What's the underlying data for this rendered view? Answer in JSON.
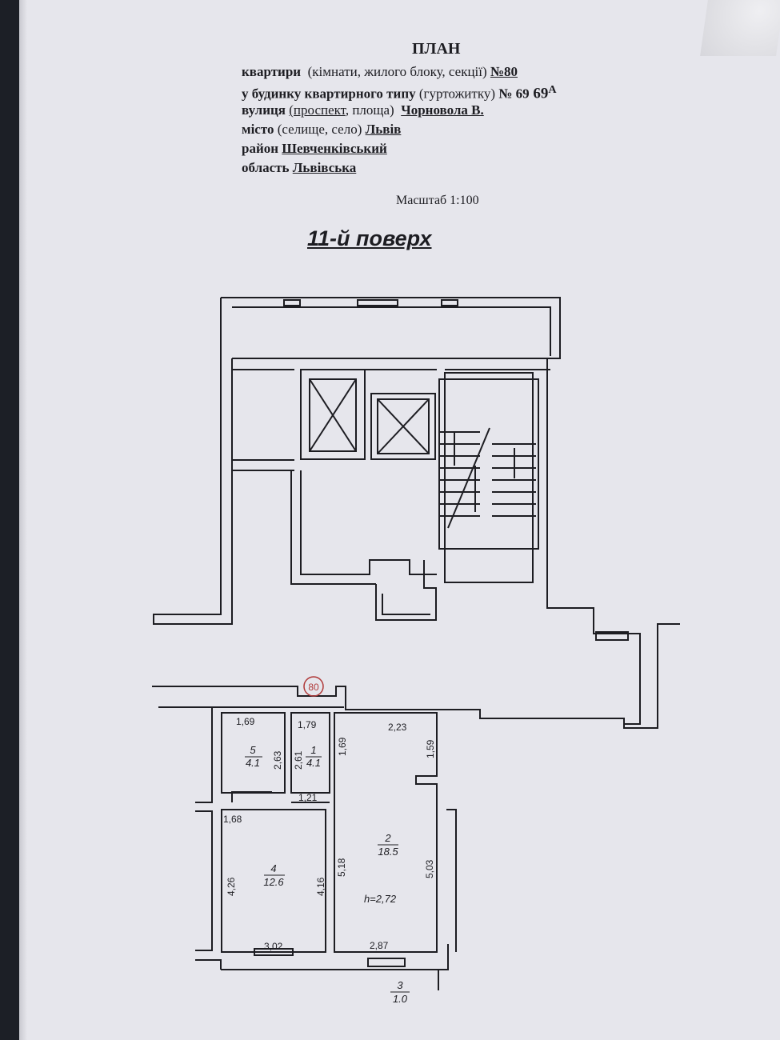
{
  "doc": {
    "title": "ПЛАН",
    "line1_a": "квартири",
    "line1_b": "(кімнати, жилого блоку, секції)",
    "line1_c": "№80",
    "line2_a": "у будинку квартирного типу",
    "line2_b": "(гуртожитку)",
    "line2_c": "№ 69",
    "line2_sup": "А",
    "line3_a": "вулиця",
    "line3_b": "(проспект, площа)",
    "line3_c": "Чорновола В.",
    "line4_a": "місто",
    "line4_b": "(селище, село)",
    "line4_c": "Львів",
    "line5_a": "район",
    "line5_c": "Шевченківський",
    "line6_a": "область",
    "line6_c": "Львівська",
    "scale": "Масштаб 1:100",
    "floor": "11-й поверх"
  },
  "plan": {
    "apartment_mark": "80",
    "rooms": [
      {
        "num": "1",
        "area": "4.1"
      },
      {
        "num": "2",
        "area": "18.5"
      },
      {
        "num": "3",
        "area": "1.0"
      },
      {
        "num": "4",
        "area": "12.6"
      },
      {
        "num": "5",
        "area": "4.1"
      }
    ],
    "height": "h=2,72",
    "dims": {
      "d169a": "1,69",
      "d179": "1,79",
      "d169b": "1,69",
      "d223": "2,23",
      "d159": "1,59",
      "d263": "2,63",
      "d261": "2,61",
      "d121": "1,21",
      "d168": "1,68",
      "d518": "5,18",
      "d503": "5,03",
      "d426": "4,26",
      "d416": "4,16",
      "d302": "3,02",
      "d287": "2,87"
    }
  },
  "colors": {
    "ink": "#1d1d22",
    "mark": "#b03a3a",
    "paper": "#e6e6ec"
  }
}
